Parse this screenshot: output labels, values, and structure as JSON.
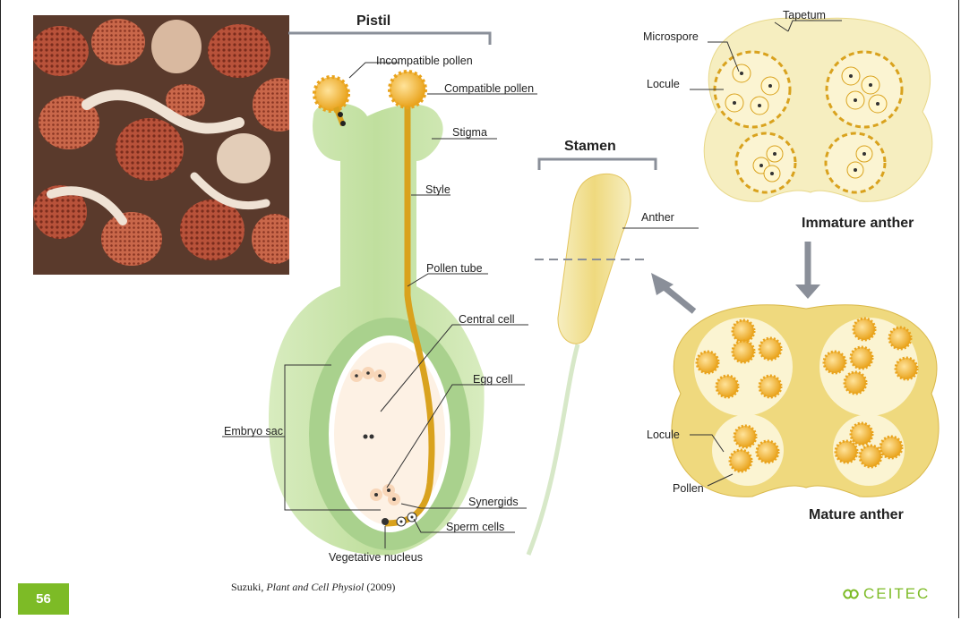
{
  "labels": {
    "pistil": "Pistil",
    "stamen": "Stamen",
    "incompatible_pollen": "Incompatible pollen",
    "compatible_pollen": "Compatible pollen",
    "stigma": "Stigma",
    "style": "Style",
    "pollen_tube": "Pollen tube",
    "central_cell": "Central cell",
    "egg_cell": "Egg cell",
    "embryo_sac": "Embryo sac",
    "synergids": "Synergids",
    "sperm_cells": "Sperm cells",
    "vegetative_nucleus": "Vegetative nucleus",
    "anther": "Anther",
    "tapetum": "Tapetum",
    "microspore": "Microspore",
    "locule_top": "Locule",
    "immature_anther": "Immature anther",
    "locule_bottom": "Locule",
    "pollen": "Pollen",
    "mature_anther": "Mature anther"
  },
  "footer": {
    "page_number": "56",
    "citation_author": "Suzuki,",
    "citation_journal": "Plant and Cell Physiol",
    "citation_year": "(2009)",
    "logo_text": "CEITEC"
  },
  "colors": {
    "pistil_green": "#cfe6b0",
    "pistil_dark": "#9fcb86",
    "pollen_orange": "#e9a31c",
    "anther_yellow": "#f3e7a4",
    "accent_green": "#7dbb26",
    "arrow_gray": "#8a8f99"
  }
}
